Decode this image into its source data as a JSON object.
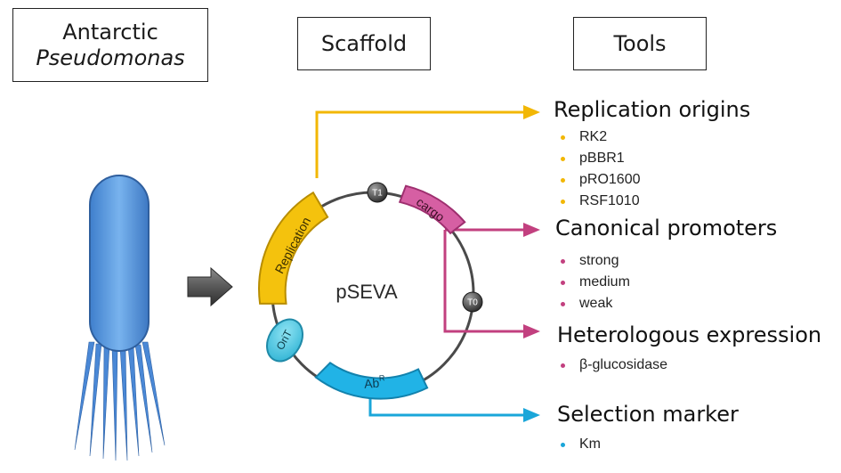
{
  "headers": {
    "organism_line1": "Antarctic",
    "organism_line2": "Pseudomonas",
    "scaffold": "Scaffold",
    "tools": "Tools"
  },
  "plasmid": {
    "name": "pSEVA",
    "t1": "T1",
    "t0": "T0",
    "replication": "Replication",
    "cargo": "cargo",
    "orit": "OriT",
    "ab": "Ab",
    "ab_sup": "R"
  },
  "tools": {
    "replication": {
      "title": "Replication origins",
      "color": "#f2b705",
      "items": [
        "RK2",
        "pBBR1",
        "pRO1600",
        "RSF1010"
      ]
    },
    "promoters": {
      "title": "Canonical promoters",
      "color": "#c2407f",
      "items": [
        "strong",
        "medium",
        "weak"
      ]
    },
    "expression": {
      "title": "Heterologous expression",
      "color": "#c2407f",
      "items": [
        "β-glucosidase"
      ]
    },
    "selection": {
      "title": "Selection marker",
      "color": "#1aa6d9",
      "items": [
        "Km"
      ]
    }
  },
  "colors": {
    "replication": "#f4c20d",
    "cargo": "#d65fa3",
    "arrow_yellow": "#f2b705",
    "arrow_magenta": "#c2407f",
    "arrow_blue": "#1aa6d9",
    "orit": "#5ed0ea",
    "ab": "#21b3e6",
    "bacterium": "#5b9be0"
  }
}
